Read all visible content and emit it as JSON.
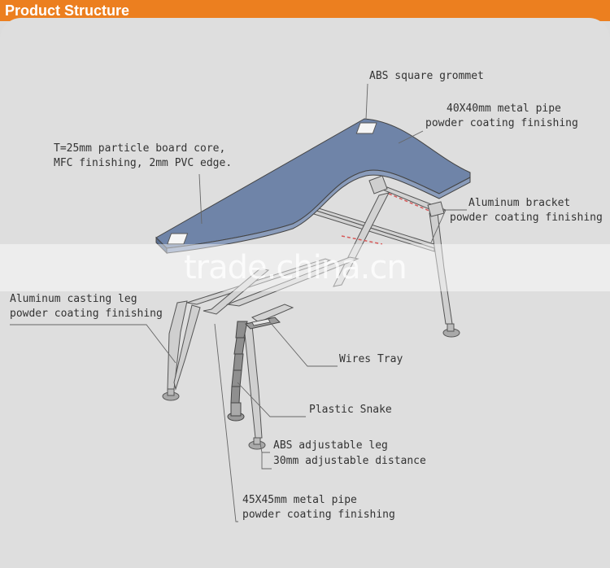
{
  "header": {
    "title": "Product Structure"
  },
  "watermark": "trade.china.cn",
  "colors": {
    "header": "#ec7f1f",
    "tabletop": "#6f84a8",
    "frame": "#c9c9c9"
  },
  "labels": {
    "grommet": "ABS square grommet",
    "pipe_top_1": "40X40mm metal pipe",
    "pipe_top_2": "powder coating finishing",
    "board_1": "T=25mm particle board core,",
    "board_2": "MFC finishing, 2mm PVC edge.",
    "bracket_1": "Aluminum bracket",
    "bracket_2": "powder coating finishing",
    "leg_1": "Aluminum casting leg",
    "leg_2": "powder coating finishing",
    "tray": "Wires Tray",
    "snake": "Plastic Snake",
    "adj_1": "ABS adjustable leg",
    "adj_2": "30mm adjustable distance",
    "pipe_bot_1": "45X45mm metal pipe",
    "pipe_bot_2": "powder coating finishing"
  }
}
